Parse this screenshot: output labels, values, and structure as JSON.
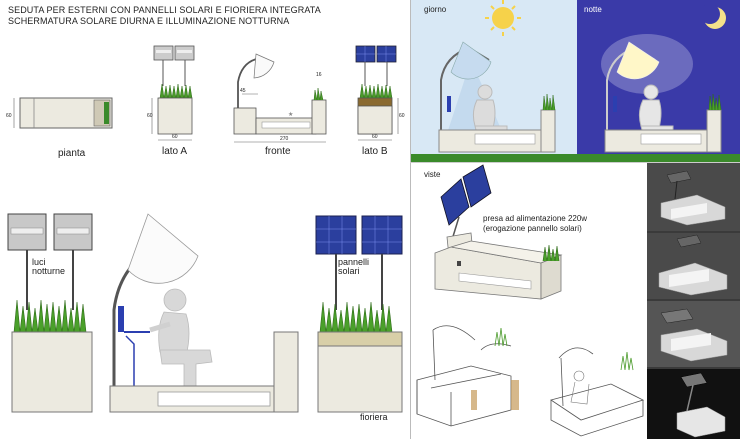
{
  "header": {
    "line1": "SEDUTA PER ESTERNI CON PANNELLI SOLARI  E FIORIERA INTEGRATA",
    "line2": "SCHERMATURA SOLARE DIURNA E ILLUMINAZIONE NOTTURNA"
  },
  "views": {
    "pianta": "pianta",
    "lato_a": "lato A",
    "fronte": "fronte",
    "lato_b": "lato B"
  },
  "dims": {
    "pianta_h": "60",
    "lato_a_h": "60",
    "lato_a_w": "60",
    "fronte_w": "270",
    "fronte_45": "45",
    "fronte_16": "16",
    "lato_b_h": "60",
    "lato_b_w": "60"
  },
  "large": {
    "luci": "luci",
    "notturne": "notturne",
    "pannelli": "pannelli",
    "solari": "solari",
    "fioriera": "fioriera"
  },
  "panels": {
    "giorno": "giorno",
    "notte": "notte",
    "viste": "viste",
    "presa1": "presa ad alimentazione 220w",
    "presa2": "(erogazione pannello solari)"
  },
  "colors": {
    "day_sky": "#d8e8f5",
    "night_sky": "#3a3aa8",
    "grass": "#3a8a2a",
    "solar": "#2b3f9e",
    "bench": "#eceae0"
  }
}
